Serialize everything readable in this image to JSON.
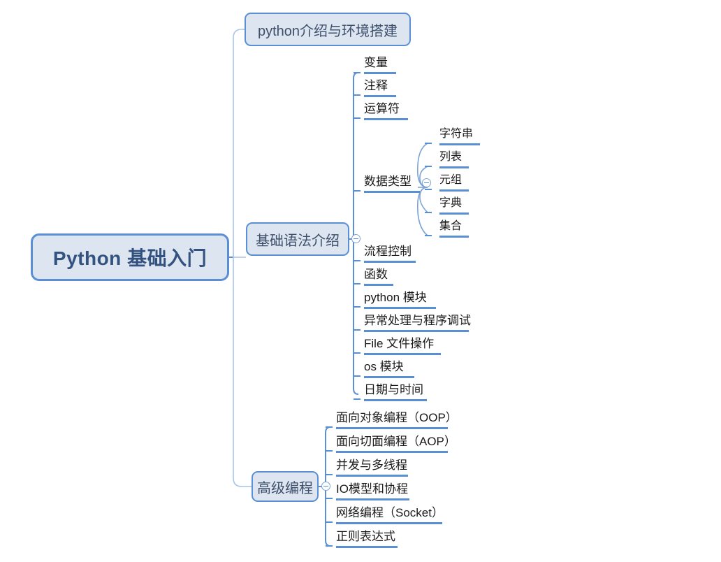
{
  "title": "Python 基础入门",
  "colors": {
    "node_fill": "#dce5f0",
    "node_border": "#5b8fd4",
    "underline": "#5b8fd4",
    "connector": "#a8c4e8",
    "root_text": "#33527f",
    "branch_text": "#3d4f6b",
    "leaf_text": "#1a1a1a"
  },
  "root": {
    "label": "Python 基础入门"
  },
  "branches": [
    {
      "label": "python介绍与环境搭建",
      "children": []
    },
    {
      "label": "基础语法介绍",
      "toggle": "collapse-icon",
      "children": [
        {
          "label": "变量"
        },
        {
          "label": "注释"
        },
        {
          "label": "运算符"
        },
        {
          "label": "数据类型",
          "toggle": "collapse-icon",
          "children": [
            {
              "label": "字符串"
            },
            {
              "label": "列表"
            },
            {
              "label": "元组"
            },
            {
              "label": "字典"
            },
            {
              "label": "集合"
            }
          ]
        },
        {
          "label": "流程控制"
        },
        {
          "label": "函数"
        },
        {
          "label": "python 模块"
        },
        {
          "label": "异常处理与程序调试"
        },
        {
          "label": "File 文件操作"
        },
        {
          "label": "os 模块"
        },
        {
          "label": "日期与时间"
        }
      ]
    },
    {
      "label": "高级编程",
      "toggle": "collapse-icon",
      "children": [
        {
          "label": "面向对象编程（OOP）"
        },
        {
          "label": "面向切面编程（AOP）"
        },
        {
          "label": "并发与多线程"
        },
        {
          "label": "IO模型和协程"
        },
        {
          "label": "网络编程（Socket）"
        },
        {
          "label": "正则表达式"
        }
      ]
    }
  ]
}
